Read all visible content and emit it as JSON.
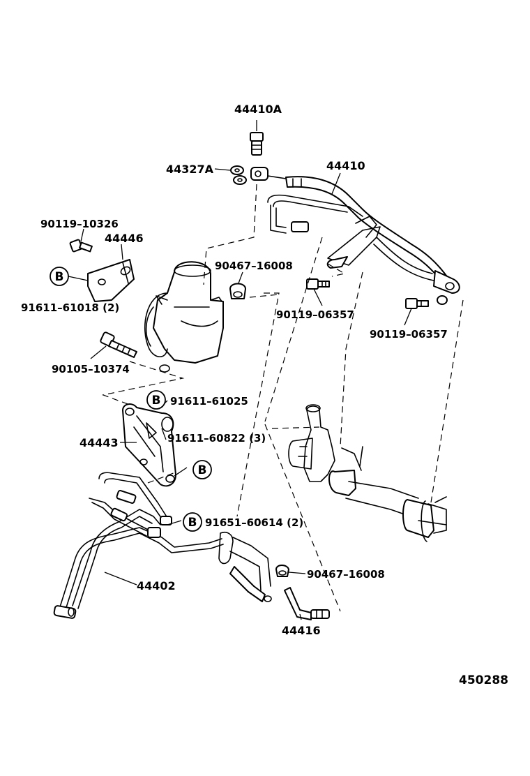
{
  "diagram_id": "450288",
  "ref_marker": "B",
  "parts": {
    "p44410A": "44410A",
    "p44327A": "44327A",
    "p44410": "44410",
    "p90119_10326": "90119–10326",
    "p44446": "44446",
    "p91611_61018": "91611–61018 (2)",
    "p90467_16008_top": "90467–16008",
    "p90119_06357_a": "90119–06357",
    "p90119_06357_b": "90119–06357",
    "p90105_10374": "90105–10374",
    "p91611_61025": "91611–61025",
    "p44443": "44443",
    "p91611_60822": "91611–60822 (3)",
    "p91651_60614": "91651–60614 (2)",
    "p44402": "44402",
    "p90467_16008_bottom": "90467–16008",
    "p44416": "44416"
  }
}
